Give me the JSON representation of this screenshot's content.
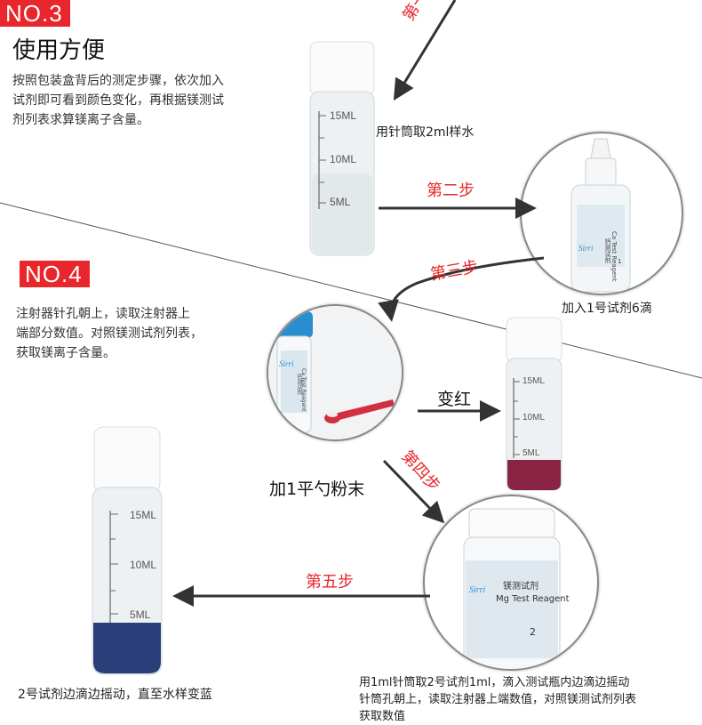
{
  "section3": {
    "badge": "NO.3",
    "heading": "使用方便",
    "desc": [
      "按照包装盒背后的测定步骤，依次加入",
      "试剂即可看到颜色变化，再根据镁测试",
      "剂列表求算镁离子含量。"
    ]
  },
  "section4": {
    "badge": "NO.4",
    "desc": [
      "注射器针孔朝上，读取注射器上",
      "端部分数值。对照镁测试剂列表，",
      "获取镁离子含量。"
    ]
  },
  "steps": {
    "step1": "第一步",
    "step2": "第二步",
    "step3": "第三步",
    "step4": "第四步",
    "step5": "第五步"
  },
  "captions": {
    "syringe_water": "用针筒取2ml样水",
    "reagent1": "加入1号试剂6滴",
    "powder": "加1平勺粉末",
    "turn_red": "变红",
    "blue": "2号试剂边滴边摇动，直至水样变蓝",
    "final_note": [
      "用1ml针筒取2号试剂1ml，滴入测试瓶内边滴边摇动",
      "针筒孔朝上，读取注射器上端数值，对照镁测试剂列表",
      "获取数值"
    ]
  },
  "vials": {
    "top": [
      "15ML",
      "10ML",
      "5ML"
    ],
    "right": [
      "15ML",
      "10ML",
      "5ML"
    ],
    "left": [
      "15ML",
      "10ML",
      "5ML"
    ]
  },
  "bottles": {
    "reagent1_label": "Ca Test Reagent",
    "reagent1_num": "1",
    "reagent1_cn": "钙测试剂",
    "mg_cn": "镁测试剂",
    "mg_en": "Mg Test Reagent",
    "mg_num": "2",
    "small_cn": "钙测试剂",
    "small_en": "Ca Test Reagent"
  },
  "colors": {
    "accent": "#e8262b",
    "red_liquid": "#8a2445",
    "blue_liquid": "#2a3f7a",
    "cap_blue": "#2a8fd0"
  }
}
